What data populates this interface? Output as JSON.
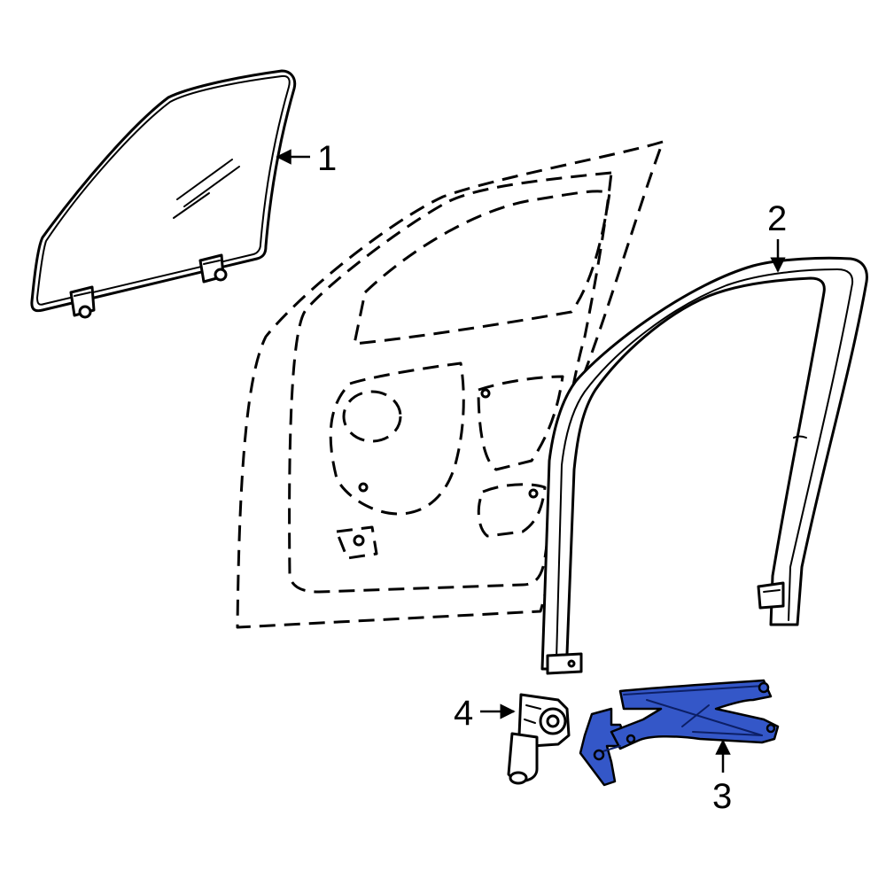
{
  "diagram": {
    "colors": {
      "highlight": "#3457c8",
      "line": "#000000",
      "background": "#ffffff"
    },
    "callouts": [
      {
        "id": "1",
        "label": "1"
      },
      {
        "id": "2",
        "label": "2"
      },
      {
        "id": "3",
        "label": "3"
      },
      {
        "id": "4",
        "label": "4"
      }
    ]
  }
}
